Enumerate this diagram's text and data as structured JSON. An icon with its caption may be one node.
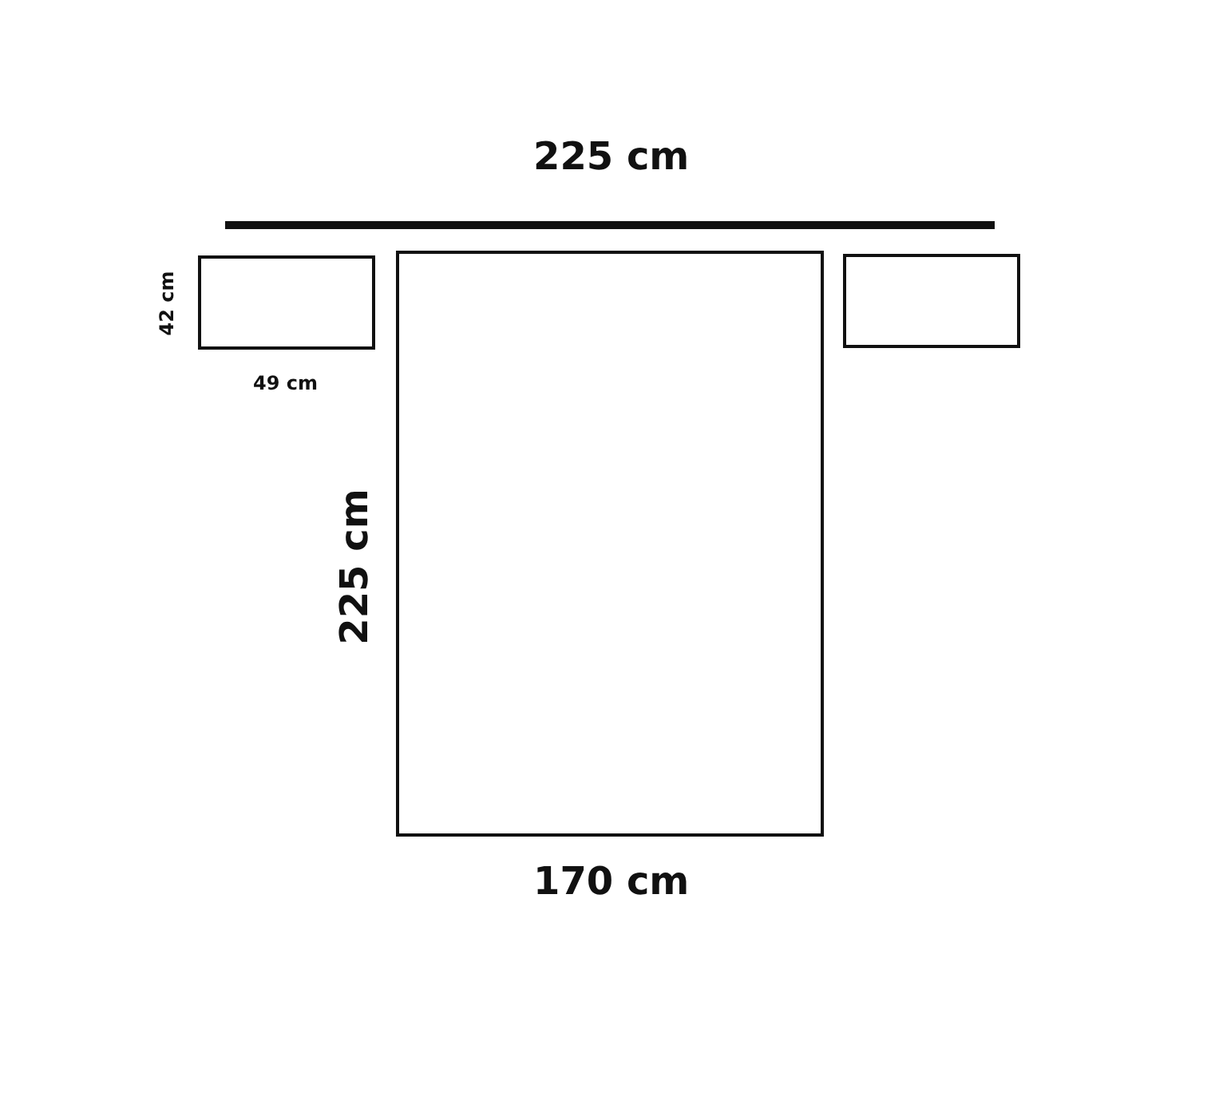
{
  "diagram": {
    "nodes": [
      {
        "text": [],
        "shape": "box"
      },
      {
        "text": [],
        "shape": "box"
      },
      {
        "text": [],
        "shape": "box"
      }
    ],
    "labels": [
      "225 cm",
      "42 cm",
      "49 cm",
      "225 cm",
      "170 cm"
    ]
  }
}
